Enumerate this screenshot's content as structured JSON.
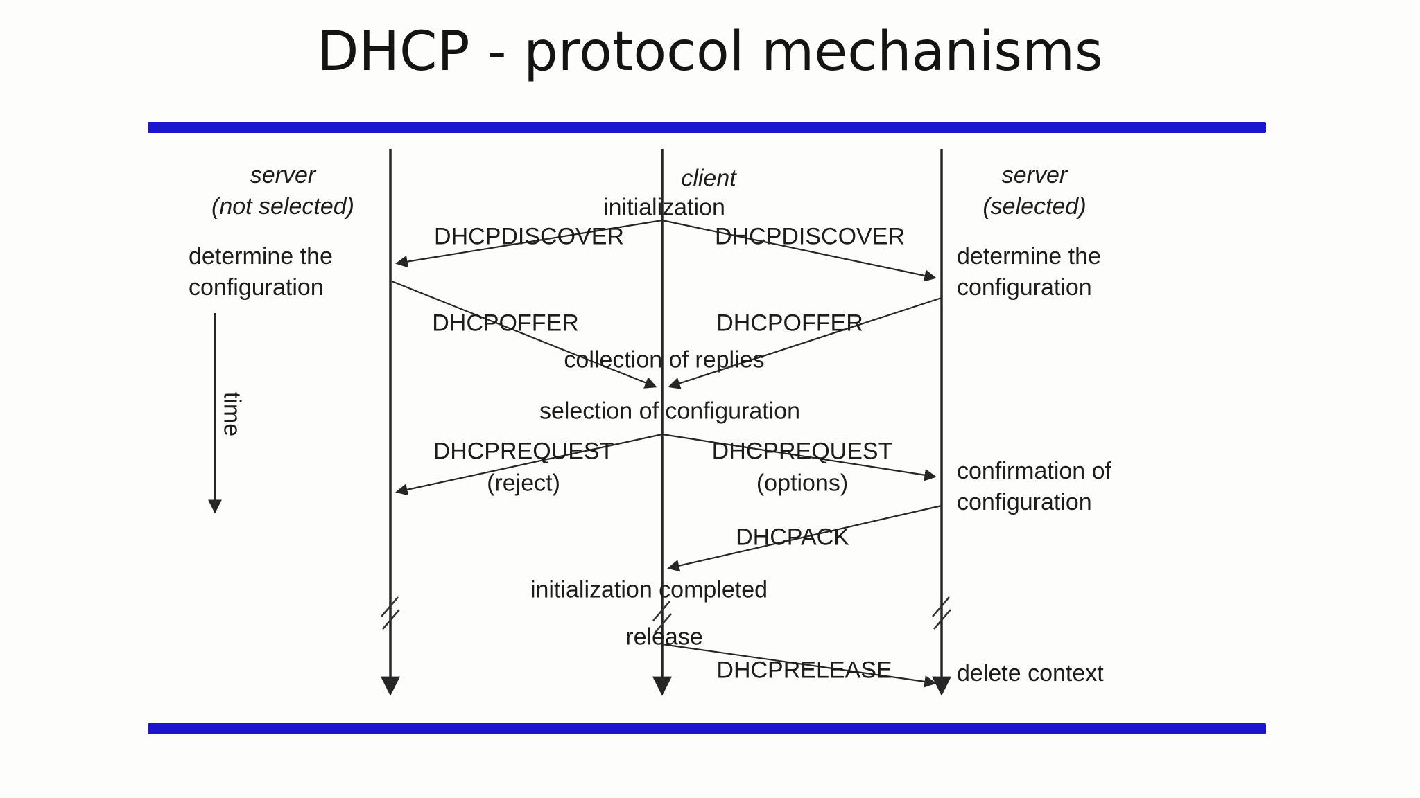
{
  "title": "DHCP - protocol mechanisms",
  "colors": {
    "accent_bar": "#1b15ce",
    "ink": "#1c1c1c",
    "line": "#262626",
    "background": "#fdfdfc"
  },
  "diagram": {
    "time_label": "time",
    "lifelines": {
      "server_not_selected": {
        "title": "server",
        "subtitle": "(not selected)"
      },
      "client": {
        "title": "client"
      },
      "server_selected": {
        "title": "server",
        "subtitle": "(selected)"
      }
    },
    "client_states": {
      "initialization": "initialization",
      "collection_of_replies": "collection of replies",
      "selection_of_configuration": "selection of configuration",
      "initialization_completed": "initialization completed",
      "release": "release"
    },
    "server_left_states": {
      "determine_line1": "determine the",
      "determine_line2": "configuration"
    },
    "server_right_states": {
      "determine_line1": "determine the",
      "determine_line2": "configuration",
      "confirmation_line1": "confirmation of",
      "confirmation_line2": "configuration",
      "delete_context": "delete context"
    },
    "messages": {
      "discover_to_left": "DHCPDISCOVER",
      "discover_to_right": "DHCPDISCOVER",
      "offer_from_left": "DHCPOFFER",
      "offer_from_right": "DHCPOFFER",
      "request_to_left": "DHCPREQUEST",
      "request_to_left_note": "(reject)",
      "request_to_right": "DHCPREQUEST",
      "request_to_right_note": "(options)",
      "ack": "DHCPACK",
      "release": "DHCPRELEASE"
    }
  }
}
